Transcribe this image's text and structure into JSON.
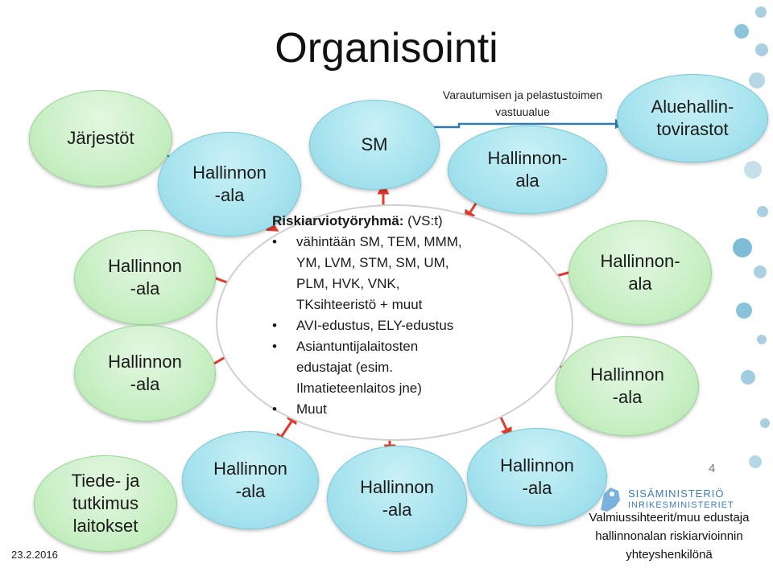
{
  "slide": {
    "title": "Organisointi",
    "date": "23.2.2016",
    "page_number": "4"
  },
  "nodes": {
    "jarjestot": "Järjestöt",
    "hallinnon_ala_top_left": [
      "Hallinnon",
      "-ala"
    ],
    "sm": "SM",
    "hallinnon_ala_top_right": [
      "Hallinnon-",
      "ala"
    ],
    "aluehallintovirastot": [
      "Aluehallin-",
      "tovirastot"
    ],
    "hallinnon_ala_mid_left1": [
      "Hallinnon",
      "-ala"
    ],
    "hallinnon_ala_mid_left2": [
      "Hallinnon",
      "-ala"
    ],
    "hallinnon_ala_mid_right1": [
      "Hallinnon-",
      "ala"
    ],
    "hallinnon_ala_mid_right2": [
      "Hallinnon",
      "-ala"
    ],
    "tiede_tutkimus": [
      "Tiede- ja",
      "tutkimus",
      "laitokset"
    ],
    "hallinnon_ala_bottom1": [
      "Hallinnon",
      "-ala"
    ],
    "hallinnon_ala_bottom2": [
      "Hallinnon",
      "-ala"
    ],
    "hallinnon_ala_bottom3": [
      "Hallinnon",
      "-ala"
    ]
  },
  "center": {
    "heading_bold": "Riskiarviotyöryhmä:",
    "heading_rest": " (VS:t)",
    "bullet1_lines": [
      "vähintään SM, TEM, MMM,",
      "YM, LVM, STM, SM, UM,",
      "PLM, HVK, VNK,",
      "TKsihteeristö + muut"
    ],
    "bullet2": "AVI-edustus, ELY-edustus",
    "bullet3_lines": [
      "Asiantuntijalaitosten",
      "edustajat (esim.",
      "Ilmatieteenlaitos jne)"
    ],
    "bullet4": "Muut"
  },
  "annotation": {
    "varautuminen": [
      "Varautumisen ja pelastustoimen",
      "vastuualue"
    ]
  },
  "logo": {
    "line1": "SISÄMINISTERIÖ",
    "line2": "INRIKESMINISTERIET"
  },
  "footer": {
    "lines": [
      "Valmiussihteerit/muu edustaja",
      "hallinnonalan riskiarvioinnin",
      "yhteyshenkilönä"
    ]
  },
  "colors": {
    "arrow": "#e03a2b",
    "arrow_sm": "#2b7bb9",
    "blue_node": "#a6e3ee",
    "green_node": "#c9efc5"
  }
}
